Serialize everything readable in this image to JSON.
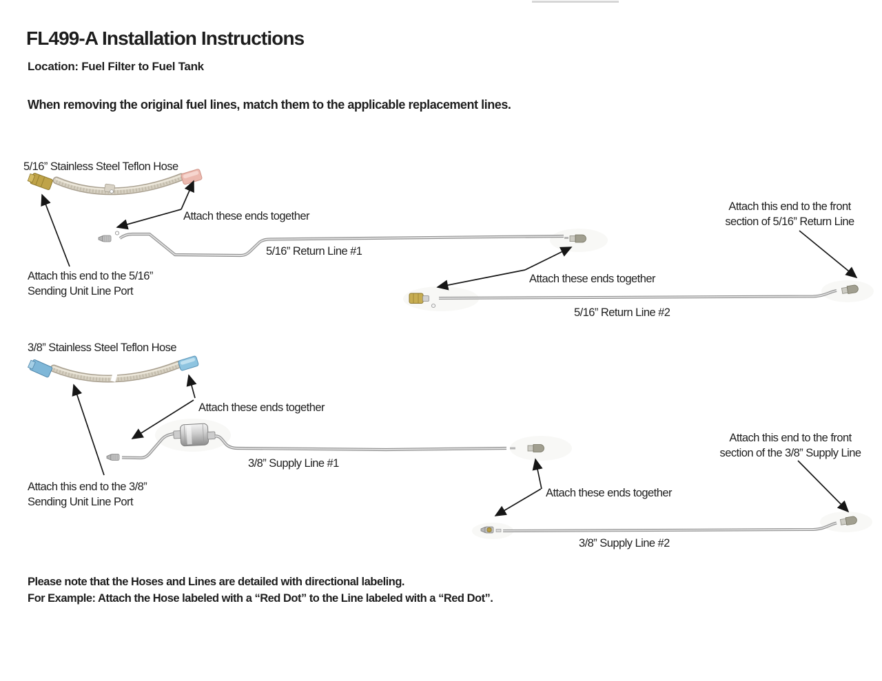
{
  "header": {
    "title": "FL499-A Installation Instructions",
    "location": "Location: Fuel Filter to Fuel Tank",
    "intro": "When removing the original fuel lines, match them to the applicable replacement lines."
  },
  "section_516": {
    "hose_label": "5/16” Stainless Steel Teflon Hose",
    "attach_ends_hose": "Attach these ends together",
    "return_line1_label": "5/16” Return Line #1",
    "sending_unit_line1": "Attach this end to the 5/16”",
    "sending_unit_line2": "Sending Unit Line Port",
    "attach_ends_lines": "Attach these ends together",
    "return_line2_label": "5/16” Return Line #2",
    "front_section_line1": "Attach this end to the front",
    "front_section_line2": "section of 5/16” Return Line"
  },
  "section_38": {
    "hose_label": "3/8” Stainless Steel Teflon Hose",
    "attach_ends_hose": "Attach these ends together",
    "supply_line1_label": "3/8” Supply Line #1",
    "sending_unit_line1": "Attach this end to the 3/8”",
    "sending_unit_line2": "Sending Unit Line Port",
    "attach_ends_lines": "Attach these ends together",
    "supply_line2_label": "3/8” Supply Line #2",
    "front_section_line1": "Attach this end to the front",
    "front_section_line2": "section of the 3/8” Supply Line"
  },
  "footer": {
    "note_line1": "Please note that the Hoses and Lines are detailed with directional labeling.",
    "note_line2": "For Example: Attach the Hose labeled with a “Red Dot” to the Line labeled with a “Red Dot”."
  },
  "colors": {
    "text": "#1d1d1d",
    "tube_gray": "#9b9b9b",
    "braid_tan": "#d7d1c3",
    "brass_fitting": "#bfa348",
    "red_dot_fitting": "#ecb9af",
    "blue_dot_fitting": "#7fb7d8"
  }
}
